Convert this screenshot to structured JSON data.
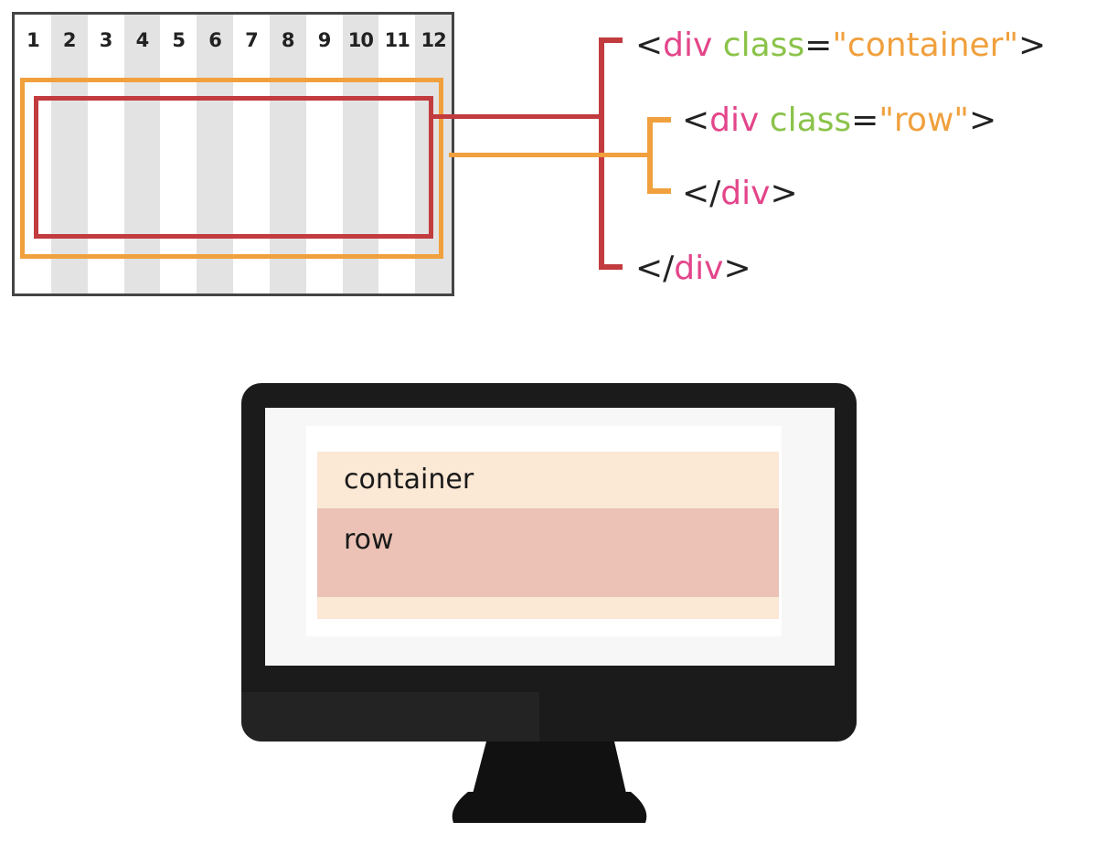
{
  "grid": {
    "columns": [
      "1",
      "2",
      "3",
      "4",
      "5",
      "6",
      "7",
      "8",
      "9",
      "10",
      "11",
      "12"
    ]
  },
  "code": {
    "line1": {
      "open": "<",
      "tag": "div",
      "space": " ",
      "attr": "class",
      "eq": "=",
      "value": "\"container\"",
      "close": ">"
    },
    "line2": {
      "open": "<",
      "tag": "div",
      "space": " ",
      "attr": "class",
      "eq": "=",
      "value": "\"row\"",
      "close": ">"
    },
    "line3": {
      "open": "</",
      "tag": "div",
      "close": ">"
    },
    "line4": {
      "open": "</",
      "tag": "div",
      "close": ">"
    }
  },
  "monitor": {
    "container_label": "container",
    "row_label": "row"
  },
  "colors": {
    "container": "#f0a03d",
    "row": "#c23b3e",
    "tag": "#e3458a",
    "attribute": "#8bc34a",
    "column_shade": "#e3e3e3"
  }
}
